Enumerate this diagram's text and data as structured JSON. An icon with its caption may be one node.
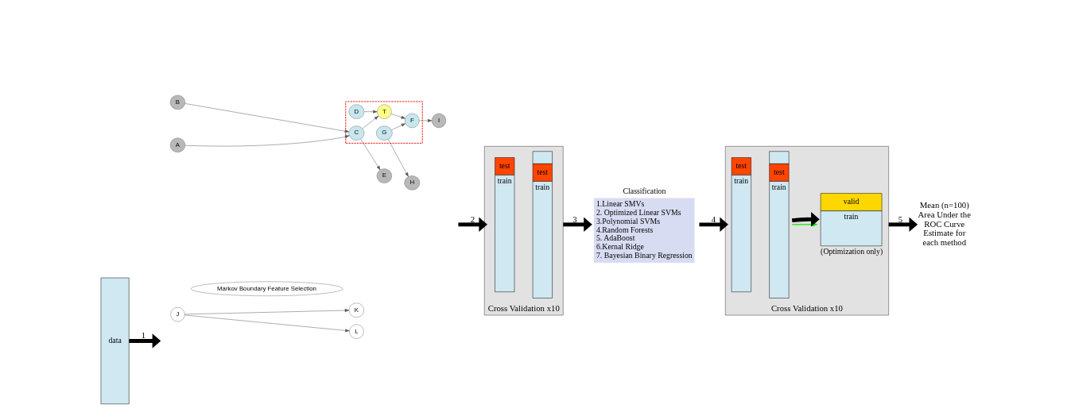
{
  "diagram": {
    "nodes": [
      {
        "text": [
          "data"
        ]
      },
      {
        "text": [
          "Markov Boundary Feature Selection"
        ]
      },
      {
        "text": [
          "A"
        ]
      },
      {
        "text": [
          "B"
        ]
      },
      {
        "text": [
          "J"
        ]
      },
      {
        "text": [
          "K"
        ]
      },
      {
        "text": [
          "L"
        ]
      },
      {
        "text": [],
        "shape": "box"
      },
      {
        "text": [
          "C"
        ],
        "in": 7
      },
      {
        "text": [
          "D"
        ],
        "in": 7
      },
      {
        "text": [
          "E"
        ]
      },
      {
        "text": [
          "T"
        ],
        "in": 7
      },
      {
        "text": [
          "G"
        ],
        "in": 7
      },
      {
        "text": [
          "F"
        ],
        "in": 7
      },
      {
        "text": [
          "H"
        ]
      },
      {
        "text": [
          "I"
        ]
      },
      {
        "text": [
          "Cross Validation x10"
        ]
      },
      {
        "text": [
          "test",
          "train"
        ],
        "in": 16
      },
      {
        "text": [
          "test",
          "train"
        ],
        "in": 16
      },
      {
        "text": [
          "Classification",
          "1.Linear SMVs",
          "2. Optimized Linear SVMs",
          "3.Polynomial SVMs",
          "4.Random Forests",
          "5. AdaBoost",
          "6.Kernal Ridge",
          "7. Bayesian Binary Regression"
        ]
      },
      {
        "text": [
          "Cross Validation x10"
        ]
      },
      {
        "text": [
          "test",
          "train"
        ],
        "in": 20
      },
      {
        "text": [
          "test",
          "train"
        ],
        "in": 20
      },
      {
        "text": [
          "valid",
          "train"
        ],
        "in": 20,
        "beside": [
          "(Optimization only)"
        ]
      },
      {
        "text": [
          "Mean (n=100) Area Under the ROC Curve Estimate for each method"
        ]
      }
    ],
    "edges": [
      {
        "from": 0,
        "to": null,
        "arrow": "to",
        "label": "1",
        "style": "thick"
      },
      {
        "from": 2,
        "to": 8,
        "arrow": "to"
      },
      {
        "from": 3,
        "to": 8,
        "arrow": "to"
      },
      {
        "from": 4,
        "to": 5,
        "arrow": "to"
      },
      {
        "from": 4,
        "to": 6,
        "arrow": "to"
      },
      {
        "from": 8,
        "to": 10,
        "arrow": "to"
      },
      {
        "from": 8,
        "to": 11,
        "arrow": "to"
      },
      {
        "from": 9,
        "to": 11,
        "arrow": "to"
      },
      {
        "from": 11,
        "to": 13,
        "arrow": "to"
      },
      {
        "from": 12,
        "to": 13,
        "arrow": "to"
      },
      {
        "from": 12,
        "to": 14,
        "arrow": "to"
      },
      {
        "from": 13,
        "to": 15,
        "arrow": "to"
      },
      {
        "from": null,
        "to": 16,
        "arrow": "to",
        "label": "2",
        "style": "thick"
      },
      {
        "from": 16,
        "to": 19,
        "arrow": "to",
        "label": "3",
        "style": "thick"
      },
      {
        "from": 19,
        "to": 20,
        "arrow": "to",
        "label": "4",
        "style": "thick"
      },
      {
        "from": 22,
        "to": 23,
        "arrow": "to",
        "color": "#00ee00"
      },
      {
        "from": 22,
        "to": 23,
        "arrow": "to",
        "style": "thick",
        "color": "#000000"
      },
      {
        "from": 20,
        "to": 24,
        "arrow": "to",
        "label": "5",
        "style": "thick"
      }
    ]
  }
}
